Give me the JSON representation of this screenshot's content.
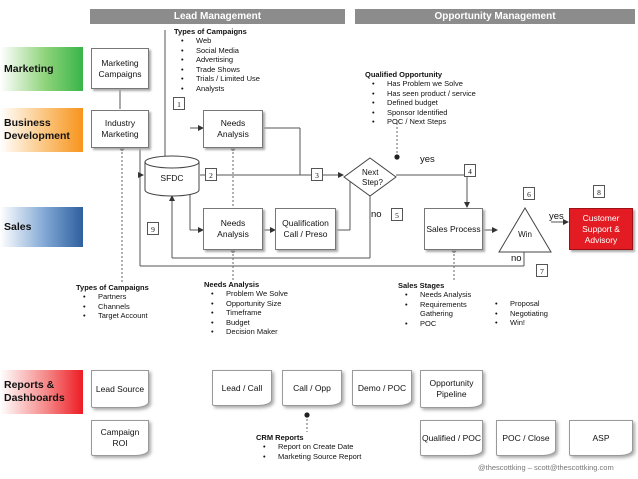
{
  "headers": {
    "lead": "Lead Management",
    "opportunity": "Opportunity Management"
  },
  "lanes": {
    "marketing": "Marketing",
    "bizdev": "Business Development",
    "sales": "Sales",
    "reports": "Reports & Dashboards"
  },
  "colors": {
    "header": "#8c8c8c",
    "marketing": "#39b54a",
    "bizdev": "#f7941d",
    "sales": "#2e5f9e",
    "reports": "#ed1c24",
    "customer_box": "#e31b23"
  },
  "nodes": {
    "marketing_campaigns": "Marketing Campaigns",
    "industry_marketing": "Industry Marketing",
    "needs_analysis_bd": "Needs Analysis",
    "sfdc": "SFDC",
    "needs_analysis_sales": "Needs Analysis",
    "qualification_call": "Qualification Call / Preso",
    "next_step": "Next Step?",
    "sales_process": "Sales Process",
    "win": "Win",
    "customer_support": "Customer Support & Advisory"
  },
  "edge_labels": {
    "yes_top": "yes",
    "no_left": "no",
    "yes_right": "yes",
    "no_bottom": "no"
  },
  "step_numbers": [
    "1",
    "2",
    "3",
    "4",
    "5",
    "6",
    "7",
    "8",
    "9"
  ],
  "notes": {
    "types_campaigns_top": {
      "title": "Types of Campaigns",
      "items": [
        "Web",
        "Social Media",
        "Advertising",
        "Trade Shows",
        "Trials / Limited Use",
        "Analysts"
      ]
    },
    "qualified_opportunity": {
      "title": "Qualified Opportunity",
      "items": [
        "Has Problem we Solve",
        "Has seen product / service",
        "Defined budget",
        "Sponsor Identified",
        "POC / Next Steps"
      ]
    },
    "types_campaigns_bottom": {
      "title": "Types of Campaigns",
      "items": [
        "Partners",
        "Channels",
        "Target Account"
      ]
    },
    "needs_analysis": {
      "title": "Needs Analysis",
      "items": [
        "Problem We Solve",
        "Opportunity Size",
        "Timeframe",
        "Budget",
        "Decision Maker"
      ]
    },
    "sales_stages": {
      "title": "Sales Stages",
      "items_left": [
        "Needs Analysis",
        "Requirements Gathering",
        "POC"
      ],
      "items_right": [
        "Proposal",
        "Negotiating",
        "Win!"
      ]
    },
    "crm_reports": {
      "title": "CRM Reports",
      "items": [
        "Report on Create Date",
        "Marketing Source Report"
      ]
    }
  },
  "reports": {
    "lead_source": "Lead Source",
    "campaign_roi": "Campaign ROI",
    "lead_call": "Lead / Call",
    "call_opp": "Call / Opp",
    "demo_poc": "Demo / POC",
    "opportunity_pipeline": "Opportunity Pipeline",
    "qualified_poc": "Qualified / POC",
    "poc_close": "POC / Close",
    "asp": "ASP"
  },
  "footer": "@thescottking – scott@thescottking.com"
}
